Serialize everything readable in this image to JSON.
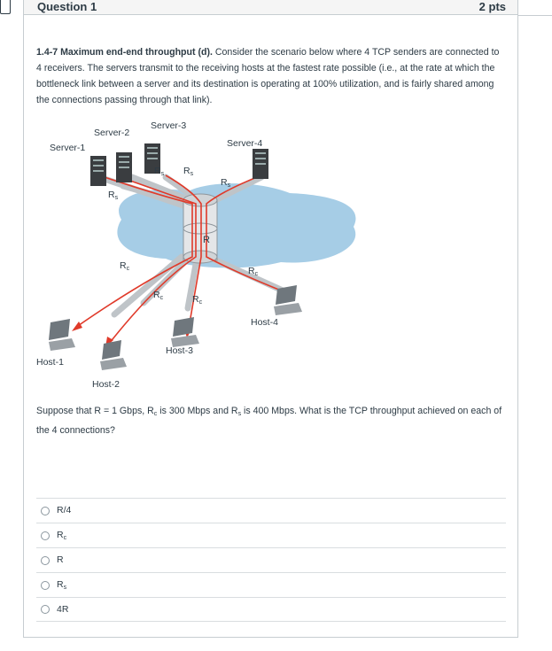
{
  "question": {
    "title": "Question 1",
    "points": "2 pts",
    "prompt_bold": "1.4-7 Maximum end-end throughput (d).",
    "prompt_text": " Consider the scenario below where 4 TCP senders are connected to 4  receivers. The servers  transmit to the receiving hosts at the fastest rate possible (i.e., at the rate at which the bottleneck link between a server and its destination is operating at 100% utilization, and is fairly shared among the connections passing through that link).",
    "question_text": "Suppose that R = 1 Gbps, R",
    "question_sub1": "c",
    "question_mid": " is 300 Mbps and R",
    "question_sub2": "s",
    "question_end": " is 400 Mbps.  What is the TCP throughput achieved on each of the 4 connections?"
  },
  "figure": {
    "servers": [
      "Server-1",
      "Server-2",
      "Server-3",
      "Server-4"
    ],
    "hosts": [
      "Host-1",
      "Host-2",
      "Host-3",
      "Host-4"
    ],
    "link_r": "R",
    "link_rs": "R",
    "link_rs_sub": "s",
    "link_rc": "R",
    "link_rc_sub": "c"
  },
  "answers": [
    {
      "label": "R/4",
      "sub": ""
    },
    {
      "label": "R",
      "sub": "c"
    },
    {
      "label": "R",
      "sub": ""
    },
    {
      "label": "R",
      "sub": "s"
    },
    {
      "label": "4R",
      "sub": ""
    }
  ],
  "colors": {
    "cloud": "#a6cde6",
    "flow": "#e03a2a",
    "text": "#2d3b45",
    "border": "#c7cdd1"
  }
}
